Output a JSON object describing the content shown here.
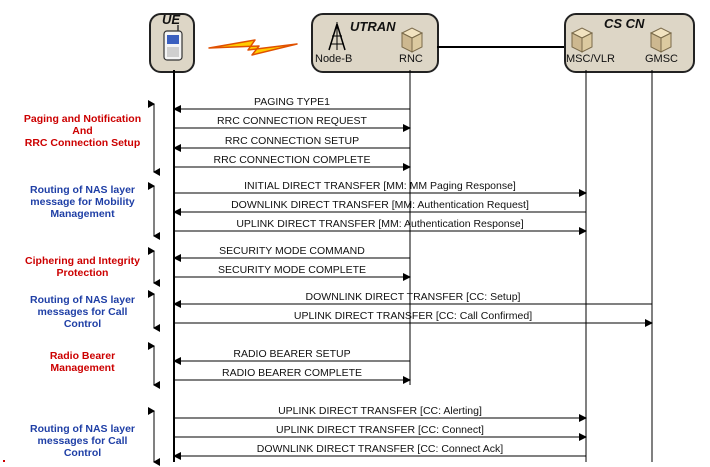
{
  "nodes": {
    "ue": {
      "title": "UE"
    },
    "utran": {
      "title": "UTRAN",
      "entities": [
        "Node-B",
        "RNC"
      ]
    },
    "cscn": {
      "title": "CS CN",
      "entities": [
        "MSC/VLR",
        "GMSC"
      ]
    }
  },
  "phases": [
    {
      "lines": [
        "Paging and Notification",
        "And",
        "RRC Connection Setup"
      ],
      "color": "#cc0000"
    },
    {
      "lines": [
        "Routing of NAS layer",
        "message for Mobility",
        "Management"
      ],
      "color": "#1f3fa6"
    },
    {
      "lines": [
        "Ciphering and Integrity",
        "Protection"
      ],
      "color": "#cc0000"
    },
    {
      "lines": [
        "Routing of NAS layer",
        "messages for Call",
        "Control"
      ],
      "color": "#1f3fa6"
    },
    {
      "lines": [
        "Radio Bearer",
        "Management"
      ],
      "color": "#cc0000"
    },
    {
      "lines": [
        "Routing of NAS layer",
        "messages for Call",
        "Control"
      ],
      "color": "#1f3fa6"
    }
  ],
  "messages": [
    {
      "label": "PAGING TYPE1",
      "from": "rnc",
      "to": "ue"
    },
    {
      "label": "RRC CONNECTION REQUEST",
      "from": "ue",
      "to": "rnc"
    },
    {
      "label": "RRC CONNECTION SETUP",
      "from": "rnc",
      "to": "ue"
    },
    {
      "label": "RRC CONNECTION COMPLETE",
      "from": "ue",
      "to": "rnc"
    },
    {
      "label": "INITIAL DIRECT TRANSFER [MM: MM Paging Response]",
      "from": "ue",
      "to": "msc"
    },
    {
      "label": "DOWNLINK DIRECT TRANSFER [MM: Authentication Request]",
      "from": "msc",
      "to": "ue"
    },
    {
      "label": "UPLINK DIRECT TRANSFER [MM: Authentication Response]",
      "from": "ue",
      "to": "msc"
    },
    {
      "label": "SECURITY MODE COMMAND",
      "from": "rnc",
      "to": "ue"
    },
    {
      "label": "SECURITY MODE COMPLETE",
      "from": "ue",
      "to": "rnc"
    },
    {
      "label": "DOWNLINK DIRECT TRANSFER [CC: Setup]",
      "from": "gmsc",
      "to": "ue"
    },
    {
      "label": "UPLINK DIRECT TRANSFER [CC: Call Confirmed]",
      "from": "ue",
      "to": "gmsc"
    },
    {
      "label": "RADIO BEARER SETUP",
      "from": "rnc",
      "to": "ue"
    },
    {
      "label": "RADIO BEARER COMPLETE",
      "from": "ue",
      "to": "rnc"
    },
    {
      "label": "UPLINK DIRECT TRANSFER [CC: Alerting]",
      "from": "ue",
      "to": "msc"
    },
    {
      "label": "UPLINK DIRECT TRANSFER [CC: Connect]",
      "from": "ue",
      "to": "msc"
    },
    {
      "label": "DOWNLINK DIRECT TRANSFER [CC: Connect Ack]",
      "from": "msc",
      "to": "ue"
    }
  ]
}
